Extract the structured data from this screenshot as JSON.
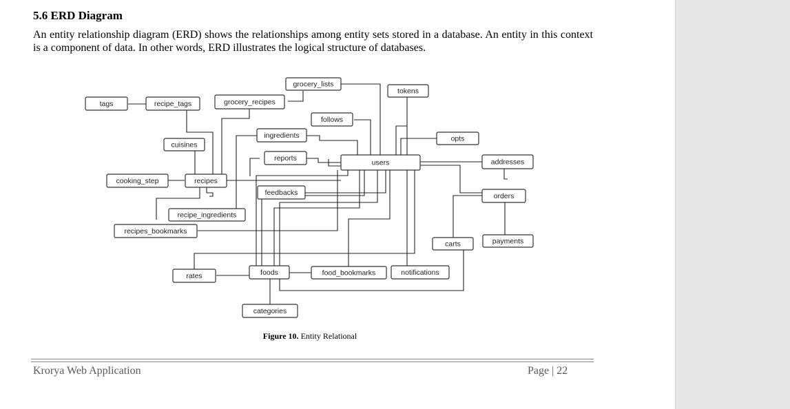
{
  "heading": "5.6  ERD Diagram",
  "body": "An entity relationship diagram (ERD) shows the relationships among entity sets stored in a database. An entity in this context is a component of data. In other words, ERD illustrates the logical structure of databases.",
  "diagram": {
    "entities": {
      "tags": "tags",
      "recipe_tags": "recipe_tags",
      "grocery_recipes": "grocery_recipes",
      "grocery_lists": "grocery_lists",
      "tokens": "tokens",
      "follows": "follows",
      "ingredients": "ingredients",
      "opts": "opts",
      "cuisines": "cuisines",
      "reports": "reports",
      "users": "users",
      "addresses": "addresses",
      "cooking_step": "cooking_step",
      "recipes": "recipes",
      "feedbacks": "feedbacks",
      "orders": "orders",
      "recipe_ingredients": "recipe_ingredients",
      "recipes_bookmarks": "recipes_bookmarks",
      "carts": "carts",
      "payments": "payments",
      "rates": "rates",
      "foods": "foods",
      "food_bookmarks": "food_bookmarks",
      "notifications": "notifications",
      "categories": "categories"
    }
  },
  "caption": {
    "label": "Figure 10.",
    "text": " Entity Relational"
  },
  "footer": {
    "title": "Krorya Web Application",
    "page": "Page | 22"
  }
}
